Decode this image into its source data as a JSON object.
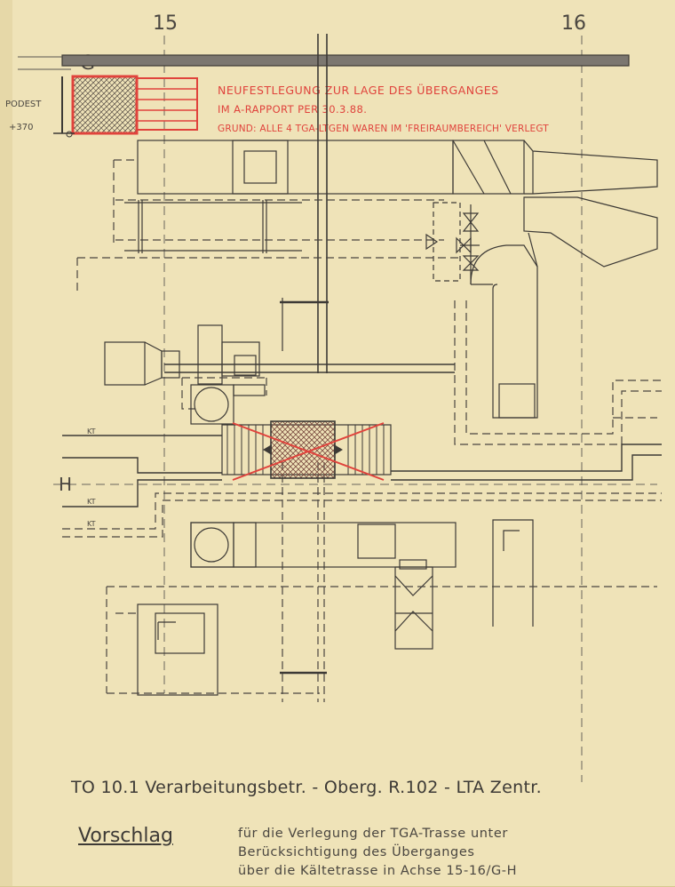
{
  "axes": {
    "col_left": "15",
    "col_right": "16",
    "row_top": "G",
    "row_bottom": "H"
  },
  "podest": {
    "label": "PODEST",
    "level": "+370"
  },
  "note": {
    "line1": "NEUFESTLEGUNG ZUR LAGE DES ÜBERGANGES",
    "line2": "IM A-RAPPORT PER 30.3.88.",
    "line3": "GRUND: ALLE 4 TGA-LTGEN WAREN IM 'FREIRAUMBEREICH' VERLEGT",
    "color": "#e0433c"
  },
  "pipe_labels": {
    "kt1": "KT",
    "kt2": "KT",
    "kt3": "KT"
  },
  "title_block": {
    "line": "TO 10.1 Verarbeitungsbetr. - Oberg. R.102 - LTA Zentr.",
    "heading": "Vorschlag",
    "desc1": "für die Verlegung der TGA-Trasse unter",
    "desc2": "Berücksichtigung des Überganges",
    "desc3": "über die Kältetrasse in Achse 15-16/G-H"
  }
}
